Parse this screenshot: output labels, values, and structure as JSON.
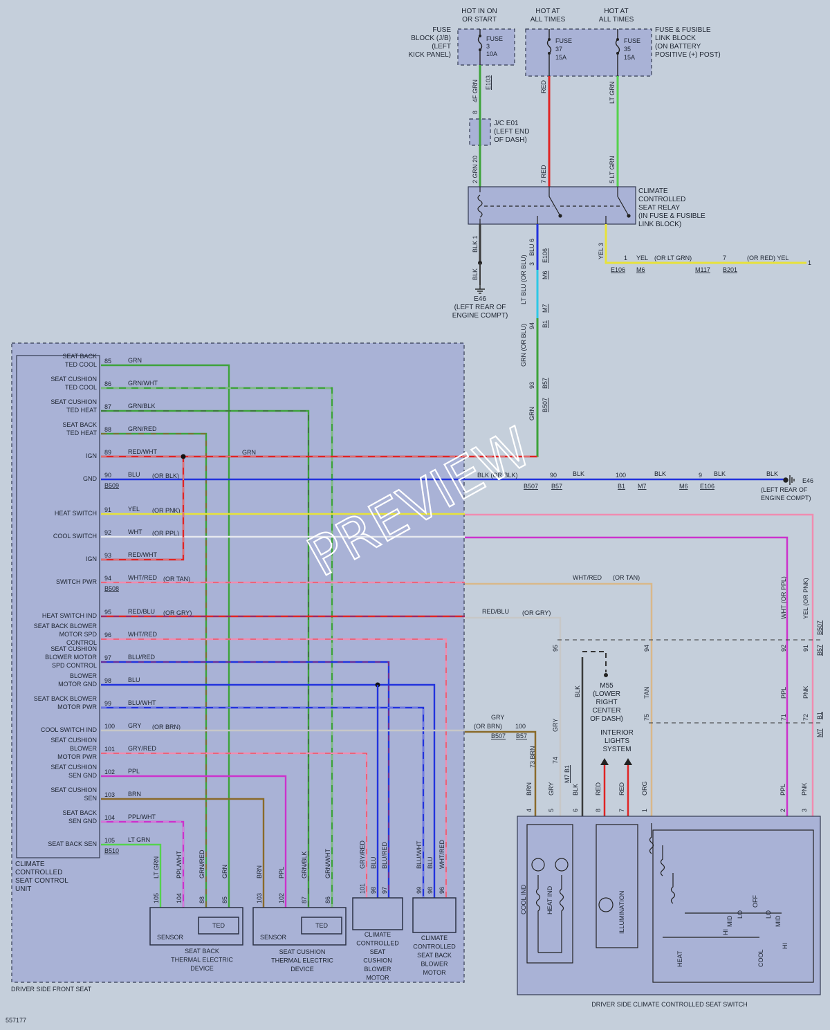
{
  "top": {
    "hot_run": [
      "HOT IN ON",
      "OR START"
    ],
    "hot_at1": [
      "HOT AT",
      "ALL TIMES"
    ],
    "hot_at2": [
      "HOT AT",
      "ALL TIMES"
    ],
    "fuse_block": [
      "FUSE",
      "BLOCK (J/B)",
      "(LEFT",
      "KICK PANEL)"
    ],
    "fuse3": [
      "FUSE",
      "3",
      "10A"
    ],
    "fuse37": [
      "FUSE",
      "37",
      "15A"
    ],
    "fuse35": [
      "FUSE",
      "35",
      "15A"
    ],
    "fusible_block": [
      "FUSE & FUSIBLE",
      "LINK BLOCK",
      "(ON BATTERY",
      "POSITIVE (+) POST)"
    ],
    "jc": [
      "J/C E01",
      "(LEFT END",
      "OF DASH)"
    ],
    "relay": [
      "CLIMATE",
      "CONTROLLED",
      "SEAT RELAY",
      "(IN FUSE & FUSIBLE",
      "LINK BLOCK)"
    ],
    "ground_e46": [
      "E46",
      "(LEFT REAR OF",
      "ENGINE COMPT)"
    ]
  },
  "wire_labels": {
    "grn_4f": "4F GRN",
    "e103": "E103",
    "red_top": "RED",
    "ltgrn_top": "LT GRN",
    "grn_8": "8",
    "grn_20": "2 GRN 20",
    "red_7": "7 RED",
    "ltgrn_5": "5 LT GRN",
    "blk_1": "BLK 1",
    "blu_6": "BLU 6",
    "e106": "E106",
    "m6": "M6",
    "blk": "BLK",
    "ltblu": "LT BLU (OR BLU)",
    "m7": "M7",
    "b1": "B1",
    "n94": "94",
    "n3": "3",
    "grn_blu": "GRN (OR BLU)",
    "n93": "93",
    "b57": "B57",
    "b507": "B507",
    "grn": "GRN",
    "yel_3": "YEL 3",
    "yel_row": [
      "1",
      "YEL",
      "(OR LT GRN)",
      "7",
      "(OR RED) YEL",
      "1"
    ],
    "yel_conn": [
      "E106",
      "M6",
      "M117",
      "B201"
    ]
  },
  "ccu": {
    "name": [
      "CLIMATE",
      "CONTROLLED",
      "SEAT CONTROL",
      "UNIT"
    ],
    "pins": [
      {
        "label": [
          "SEAT BACK",
          "TED COOL"
        ],
        "pin": "85",
        "wire": "GRN",
        "alt": ""
      },
      {
        "label": [
          "SEAT CUSHION",
          "TED COOL"
        ],
        "pin": "86",
        "wire": "GRN/WHT",
        "alt": ""
      },
      {
        "label": [
          "SEAT CUSHION",
          "TED HEAT"
        ],
        "pin": "87",
        "wire": "GRN/BLK",
        "alt": ""
      },
      {
        "label": [
          "SEAT BACK",
          "TED HEAT"
        ],
        "pin": "88",
        "wire": "GRN/RED",
        "alt": ""
      },
      {
        "label": [
          "IGN"
        ],
        "pin": "89",
        "wire": "RED/WHT",
        "alt": ""
      },
      {
        "label": [
          "GND"
        ],
        "pin": "90",
        "wire": "BLU",
        "alt": "(OR BLK)"
      },
      {
        "label": [
          "HEAT SWITCH"
        ],
        "pin": "91",
        "wire": "YEL",
        "alt": "(OR PNK)"
      },
      {
        "label": [
          "COOL SWITCH"
        ],
        "pin": "92",
        "wire": "WHT",
        "alt": "(OR PPL)"
      },
      {
        "label": [
          "IGN"
        ],
        "pin": "93",
        "wire": "RED/WHT",
        "alt": ""
      },
      {
        "label": [
          "SWITCH PWR"
        ],
        "pin": "94",
        "wire": "WHT/RED",
        "alt": "(OR TAN)"
      },
      {
        "label": [
          "HEAT SWITCH IND"
        ],
        "pin": "95",
        "wire": "RED/BLU",
        "alt": "(OR GRY)"
      },
      {
        "label": [
          "SEAT BACK BLOWER",
          "MOTOR SPD",
          "CONTROL"
        ],
        "pin": "96",
        "wire": "WHT/RED",
        "alt": ""
      },
      {
        "label": [
          "SEAT CUSHION",
          "BLOWER MOTOR",
          "SPD CONTROL"
        ],
        "pin": "97",
        "wire": "BLU/RED",
        "alt": ""
      },
      {
        "label": [
          "BLOWER",
          "MOTOR GND"
        ],
        "pin": "98",
        "wire": "BLU",
        "alt": ""
      },
      {
        "label": [
          "SEAT BACK BLOWER",
          "MOTOR PWR"
        ],
        "pin": "99",
        "wire": "BLU/WHT",
        "alt": ""
      },
      {
        "label": [
          "COOL SWITCH IND"
        ],
        "pin": "100",
        "wire": "GRY",
        "alt": "(OR BRN)"
      },
      {
        "label": [
          "SEAT CUSHION",
          "BLOWER",
          "MOTOR PWR"
        ],
        "pin": "101",
        "wire": "GRY/RED",
        "alt": ""
      },
      {
        "label": [
          "SEAT CUSHION",
          "SEN GND"
        ],
        "pin": "102",
        "wire": "PPL",
        "alt": ""
      },
      {
        "label": [
          "SEAT CUSHION",
          "SEN"
        ],
        "pin": "103",
        "wire": "BRN",
        "alt": ""
      },
      {
        "label": [
          "SEAT BACK",
          "SEN GND"
        ],
        "pin": "104",
        "wire": "PPL/WHT",
        "alt": ""
      },
      {
        "label": [
          "SEAT BACK SEN"
        ],
        "pin": "105",
        "wire": "LT GRN",
        "alt": ""
      }
    ],
    "conn_b509": "B509",
    "conn_b508": "B508",
    "conn_b510": "B510",
    "grn_label": "GRN"
  },
  "gnd_row": [
    "BLK (OR BLK)",
    "90",
    "BLK",
    "100",
    "BLK",
    "9",
    "BLK",
    "BLK",
    "E46",
    "(LEFT REAR OF",
    "ENGINE COMPT)"
  ],
  "gnd_conn": [
    "B507",
    "B57",
    "B1",
    "M7",
    "M6",
    "E106"
  ],
  "right_wires": {
    "wht_red": "WHT/RED",
    "wht_red_alt": "(OR TAN)",
    "red_blu": "RED/BLU",
    "red_blu_alt": "(OR GRY)",
    "wht_ppl": "WHT (OR PPL)",
    "yel_pnk": "YEL (OR PNK)",
    "b507": "B507",
    "b57": "B57",
    "b1": "B1",
    "m7": "M7",
    "p95": "95",
    "p94": "94",
    "p92": "92",
    "p91": "91",
    "p75": "75",
    "p71": "71",
    "p72": "72",
    "gry": "GRY",
    "tan": "TAN",
    "ppl": "PPL",
    "pnk": "PNK",
    "blk": "BLK",
    "gry_brn": [
      "GRY",
      "(OR BRN)",
      "100"
    ],
    "c100": [
      "B507",
      "B57"
    ],
    "brn73": "73 BRN",
    "n74": "74",
    "m7b1": "M7 B1"
  },
  "m55": [
    "M55",
    "(LOWER",
    "RIGHT",
    "CENTER",
    "OF DASH)"
  ],
  "interior": [
    "INTERIOR",
    "LIGHTS",
    "SYSTEM"
  ],
  "switch_pins": [
    {
      "pin": "4",
      "wire": "BRN"
    },
    {
      "pin": "5",
      "wire": "GRY"
    },
    {
      "pin": "6",
      "wire": "BLK"
    },
    {
      "pin": "8",
      "wire": "RED"
    },
    {
      "pin": "7",
      "wire": "RED"
    },
    {
      "pin": "1",
      "wire": "ORG"
    },
    {
      "pin": "2",
      "wire": "PPL"
    },
    {
      "pin": "3",
      "wire": "PNK"
    }
  ],
  "switch": {
    "name": "DRIVER SIDE CLIMATE CONTROLLED SEAT SWITCH",
    "cool_ind": "COOL IND",
    "heat_ind": "HEAT IND",
    "illum": "ILLUMINATION",
    "off": "OFF",
    "lo": "LO",
    "mid": "MID",
    "hi": "HI",
    "heat": "HEAT",
    "cool": "COOL"
  },
  "devices": {
    "seat_back_ted": [
      "SEAT BACK",
      "THERMAL ELECTRIC",
      "DEVICE"
    ],
    "seat_cushion_ted": [
      "SEAT CUSHION",
      "THERMAL ELECTRIC",
      "DEVICE"
    ],
    "cushion_motor": [
      "CLIMATE",
      "CONTROLLED",
      "SEAT",
      "CUSHION",
      "BLOWER",
      "MOTOR"
    ],
    "back_motor": [
      "CLIMATE",
      "CONTROLLED",
      "SEAT BACK",
      "BLOWER",
      "MOTOR"
    ],
    "sensor": "SENSOR",
    "ted": "TED",
    "pins_back": [
      "105",
      "104",
      "88",
      "85"
    ],
    "wires_back": [
      "LT GRN",
      "PPL/WHT",
      "GRN/RED",
      "GRN"
    ],
    "pins_cush": [
      "103",
      "102",
      "87",
      "86"
    ],
    "wires_cush": [
      "BRN",
      "PPL",
      "GRN/BLK",
      "GRN/WHT"
    ],
    "pins_cm": [
      "101",
      "98",
      "97"
    ],
    "wires_cm": [
      "GRY/RED",
      "BLU",
      "BLU/RED"
    ],
    "pins_bm": [
      "99",
      "98",
      "96"
    ],
    "wires_bm": [
      "BLU/WHT",
      "BLU",
      "WHT/RED"
    ]
  },
  "seat_area": "DRIVER SIDE FRONT SEAT",
  "doc_id": "557177",
  "watermark": "PREVIEW",
  "colors": {
    "grn": "#3da33a",
    "red": "#e02424",
    "ltgrn": "#55d24e",
    "blu": "#2233dd",
    "ltblu": "#2ec8e6",
    "yel": "#e7e23a",
    "wht": "#e6e8ee",
    "brn": "#8a6a2a",
    "ppl": "#cc33cc",
    "pnk": "#f08cb0",
    "gry": "#c7c7c7",
    "blk": "#3a3a3a",
    "org": "#e8902a",
    "tan": "#d9b88a"
  }
}
